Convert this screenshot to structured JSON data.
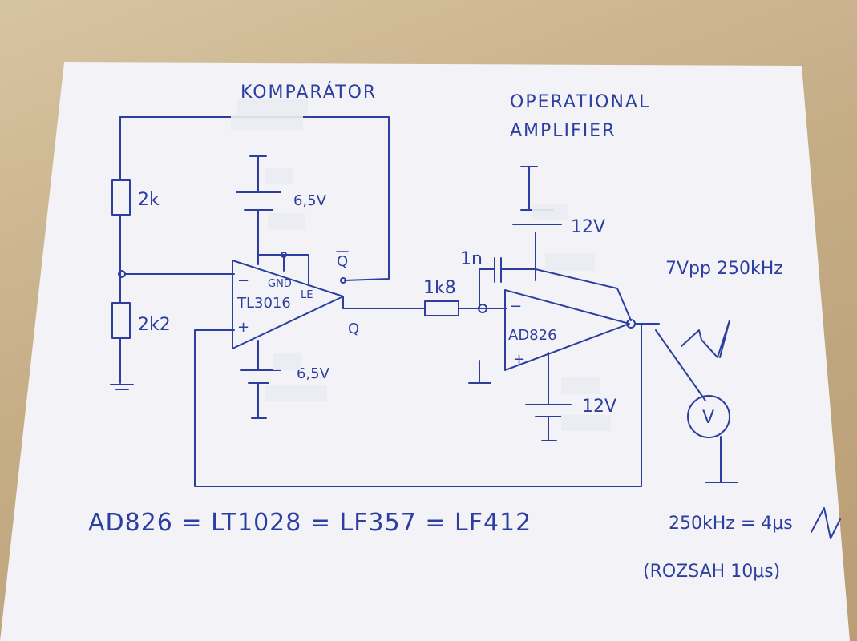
{
  "labels": {
    "comparator_title": "KOMPARÁTOR",
    "opamp_title_1": "OPERATIONAL",
    "opamp_title_2": "AMPLIFIER",
    "r_top": "2k",
    "r_bottom": "2k2",
    "comp_supply_top": "6,5V",
    "comp_supply_bottom": "6,5V",
    "comp_minus": "−",
    "comp_plus": "+",
    "comp_gnd": "GND",
    "comp_le": "LE",
    "comp_part": "TL3016",
    "q_bar": "Q",
    "q": "Q",
    "r_series": "1k8",
    "cap": "1n",
    "amp_minus": "−",
    "amp_plus": "+",
    "amp_part": "AD826",
    "amp_supply_top": "12V",
    "amp_supply_bottom": "12V",
    "output_spec": "7Vpp 250kHz",
    "voltmeter": "V",
    "equivalents": "AD826 = LT1028 = LF357 = LF412",
    "period_note": "250kHz = 4μs",
    "range_note": "(ROZSAH 10μs)"
  },
  "colors": {
    "ink": "#2c3fa0",
    "paper": "#f4f4f8",
    "desk": "#c9b48f"
  }
}
